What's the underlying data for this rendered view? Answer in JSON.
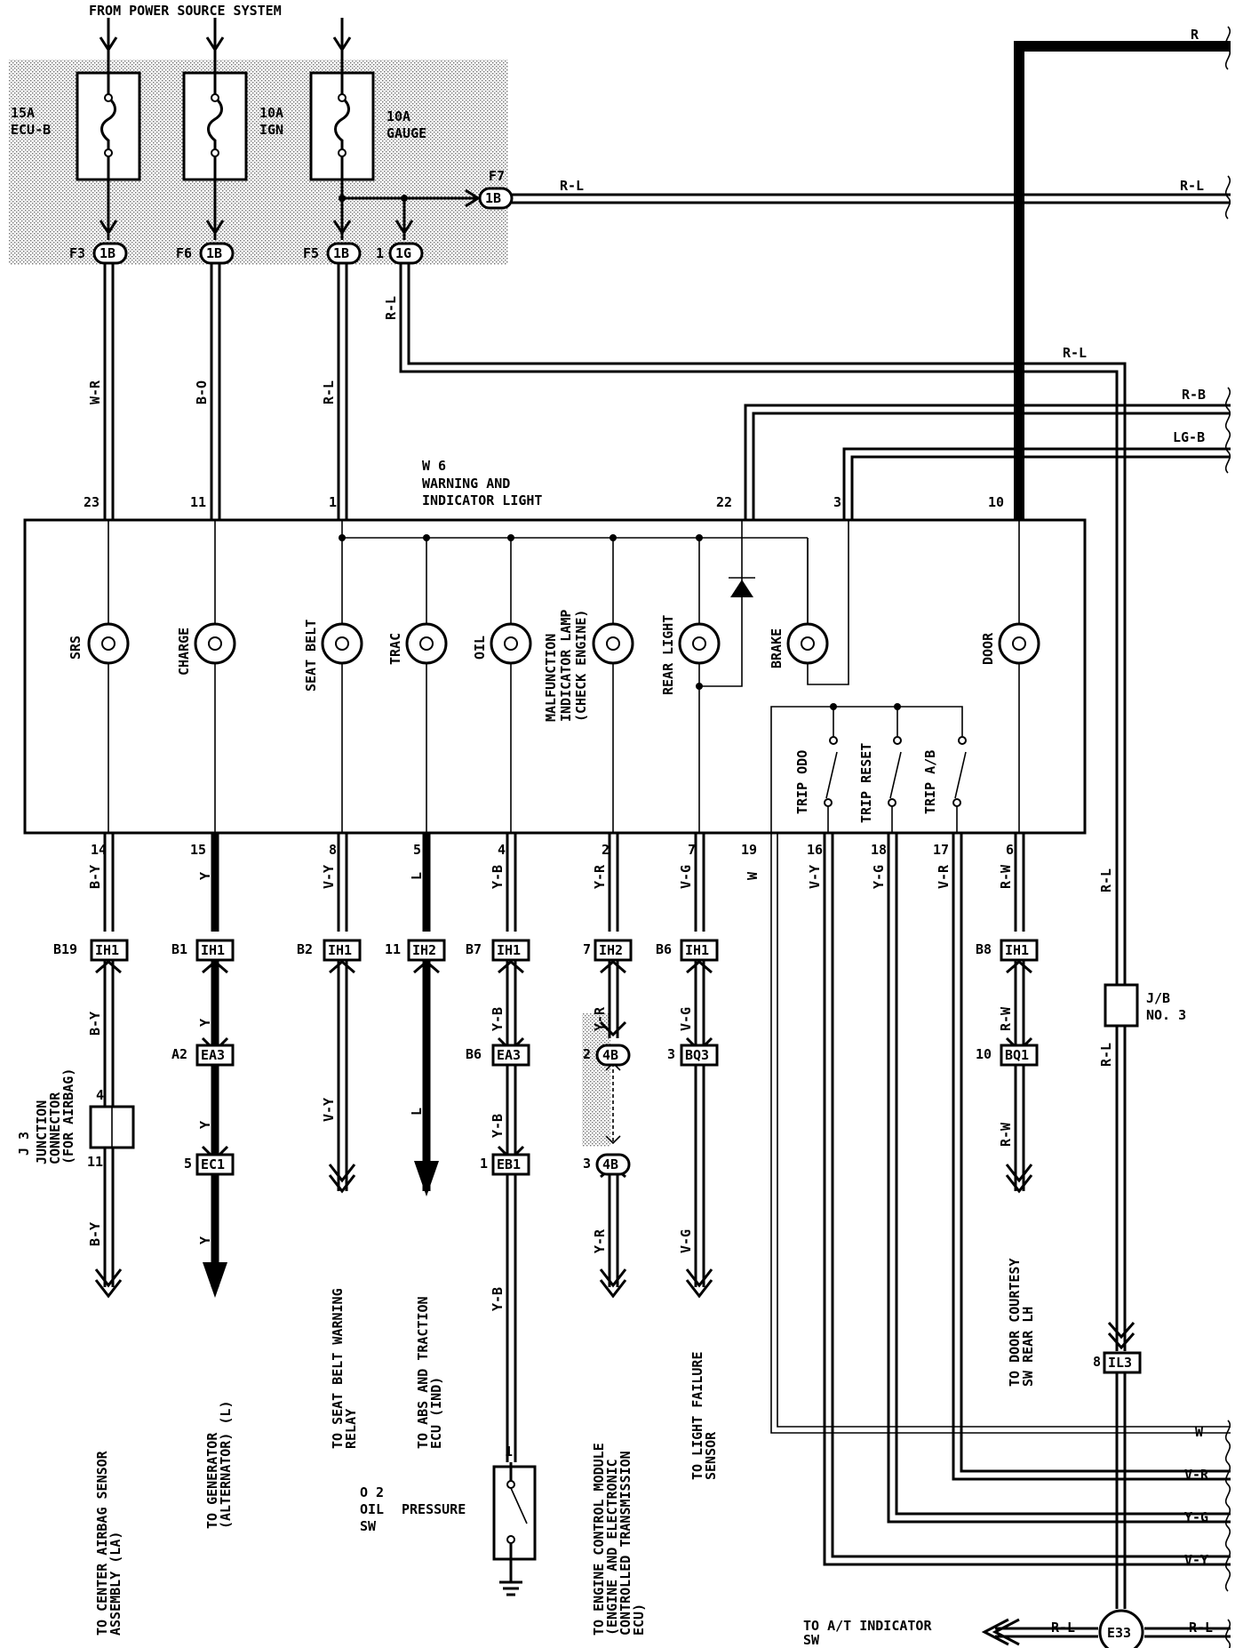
{
  "header": {
    "power_source": "FROM POWER SOURCE SYSTEM"
  },
  "fuses": [
    {
      "amp": "15A",
      "name": "ECU-B"
    },
    {
      "amp": "10A",
      "name": "IGN"
    },
    {
      "amp": "10A",
      "name": "GAUGE"
    }
  ],
  "fuse_connectors": [
    {
      "pin": "F3",
      "conn": "1B"
    },
    {
      "pin": "F6",
      "conn": "1B"
    },
    {
      "pin": "F5",
      "conn": "1B"
    },
    {
      "pin": "1",
      "conn": "1G"
    },
    {
      "pin": "F7",
      "conn": "1B"
    }
  ],
  "component": {
    "id": "W 6",
    "line1": "WARNING AND",
    "line2": "INDICATOR LIGHT"
  },
  "top_pins": [
    "23",
    "11",
    "1",
    "22",
    "3",
    "10"
  ],
  "bottom_pins": [
    "14",
    "15",
    "8",
    "5",
    "4",
    "2",
    "7",
    "19",
    "16",
    "18",
    "17",
    "6"
  ],
  "lamps": [
    "SRS",
    "CHARGE",
    "SEAT BELT",
    "TRAC",
    "OIL",
    "MALFUNCTION",
    "INDICATOR LAMP",
    "(CHECK ENGINE)",
    "REAR LIGHT",
    "BRAKE",
    "DOOR"
  ],
  "switches": [
    "TRIP ODO",
    "TRIP RESET",
    "TRIP A/B"
  ],
  "wire_colors": {
    "top": [
      "W-R",
      "B-O",
      "R-L",
      "R-L"
    ],
    "bottom": [
      "B-Y",
      "Y",
      "V-Y",
      "L",
      "Y-B",
      "Y-R",
      "V-G",
      "W",
      "V-Y",
      "Y-G",
      "V-R",
      "R-W"
    ],
    "right_edge": [
      "R",
      "R-L",
      "R-L",
      "R-B",
      "LG-B",
      "R-L",
      "W",
      "V-R",
      "Y-G",
      "V-Y",
      "R-L",
      "R-L",
      "R-L",
      "R-L"
    ],
    "lower": [
      "B-Y",
      "B-Y",
      "Y",
      "Y",
      "Y",
      "V-Y",
      "L",
      "Y-B",
      "Y-B",
      "Y-B",
      "Y-R",
      "Y-R",
      "V-G",
      "V-G",
      "R-W",
      "R-W"
    ]
  },
  "connectors": [
    {
      "pin": "B19",
      "id": "IH1"
    },
    {
      "pin": "B1",
      "id": "IH1"
    },
    {
      "pin": "B2",
      "id": "IH1"
    },
    {
      "pin": "11",
      "id": "IH2"
    },
    {
      "pin": "B7",
      "id": "IH1"
    },
    {
      "pin": "7",
      "id": "IH2"
    },
    {
      "pin": "B6",
      "id": "IH1"
    },
    {
      "pin": "B8",
      "id": "IH1"
    },
    {
      "pin": "A2",
      "id": "EA3"
    },
    {
      "pin": "B6",
      "id": "EA3"
    },
    {
      "pin": "2",
      "id": "4B"
    },
    {
      "pin": "3",
      "id": "BQ3"
    },
    {
      "pin": "10",
      "id": "BQ1"
    },
    {
      "pin": "5",
      "id": "EC1"
    },
    {
      "pin": "1",
      "id": "EB1"
    },
    {
      "pin": "3",
      "id": "4B"
    },
    {
      "pin": "8",
      "id": "IL3"
    },
    {
      "pin": "",
      "id": "E33"
    }
  ],
  "junction": {
    "id": "J 3",
    "l1": "JUNCTION",
    "l2": "CONNECTOR",
    "l3": "(FOR AIRBAG)",
    "pin_a": "4",
    "pin_b": "11"
  },
  "jb": {
    "l1": "J/B",
    "l2": "NO. 3"
  },
  "oil_sw": {
    "id": "O 2",
    "l1": "OIL",
    "l2": "PRESSURE",
    "l3": "SW",
    "pin": "1"
  },
  "destinations": [
    {
      "l1": "TO CENTER AIRBAG SENSOR",
      "l2": "ASSEMBLY (LA)"
    },
    {
      "l1": "TO GENERATOR",
      "l2": "(ALTERNATOR) (L)"
    },
    {
      "l1": "TO SEAT BELT WARNING",
      "l2": "RELAY"
    },
    {
      "l1": "TO ABS AND TRACTION",
      "l2": "ECU (IND)"
    },
    {
      "l1": "TO ENGINE CONTROL MODULE",
      "l2": "(ENGINE AND ELECTRONIC",
      "l3": "CONTROLLED TRANSMISSION",
      "l4": "ECU)"
    },
    {
      "l1": "TO LIGHT FAILURE",
      "l2": "SENSOR"
    },
    {
      "l1": "TO DOOR COURTESY",
      "l2": "SW REAR LH"
    }
  ],
  "at_indicator": {
    "l1": "TO A/T INDICATOR",
    "l2": "SW"
  }
}
